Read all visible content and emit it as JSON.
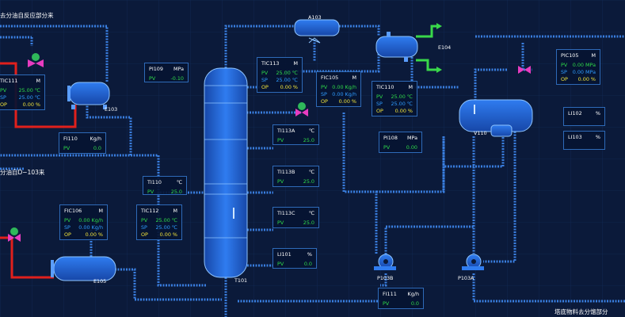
{
  "titles": {
    "top_left": "去分油自反应部分来",
    "mid_left": "分油自D−103来",
    "bottom_right": "塔底物料去分馏部分"
  },
  "equipment": {
    "e103": "E103",
    "a103": "A103",
    "e104": "E104",
    "v110": "V110",
    "t101": "T101",
    "e105": "E105",
    "p103b": "P103B",
    "p103a": "P103A"
  },
  "panels": {
    "tic111": {
      "tag": "TIC111",
      "unit": "M",
      "rows": [
        {
          "k": "PV",
          "v": "25.00 ℃"
        },
        {
          "k": "SP",
          "v": "25.00 ℃"
        },
        {
          "k": "OP",
          "v": "0.00 %"
        }
      ]
    },
    "fi110": {
      "tag": "FI110",
      "unit": "Kg/h",
      "rows": [
        {
          "k": "PV",
          "v": "0.0"
        }
      ]
    },
    "pi109": {
      "tag": "PI109",
      "unit": "MPa",
      "rows": [
        {
          "k": "PV",
          "v": "-0.10"
        }
      ]
    },
    "tic113": {
      "tag": "TIC113",
      "unit": "M",
      "rows": [
        {
          "k": "PV",
          "v": "25.00 ℃"
        },
        {
          "k": "SP",
          "v": "25.00 ℃"
        },
        {
          "k": "OP",
          "v": "0.00 %"
        }
      ]
    },
    "fic105": {
      "tag": "FIC105",
      "unit": "M",
      "rows": [
        {
          "k": "PV",
          "v": "0.00 Kg/h"
        },
        {
          "k": "SP",
          "v": "0.00 Kg/h"
        },
        {
          "k": "OP",
          "v": "0.00 %"
        }
      ]
    },
    "tic110": {
      "tag": "TIC110",
      "unit": "M",
      "rows": [
        {
          "k": "PV",
          "v": "25.00 ℃"
        },
        {
          "k": "SP",
          "v": "25.00 ℃"
        },
        {
          "k": "OP",
          "v": "0.00 %"
        }
      ]
    },
    "pic105": {
      "tag": "PIC105",
      "unit": "M",
      "rows": [
        {
          "k": "PV",
          "v": "0.00 MPa"
        },
        {
          "k": "SP",
          "v": "0.00 MPa"
        },
        {
          "k": "OP",
          "v": "0.00 %"
        }
      ]
    },
    "li102": {
      "tag": "LI102",
      "unit": "%",
      "rows": []
    },
    "li103": {
      "tag": "LI103",
      "unit": "%",
      "rows": []
    },
    "pi108": {
      "tag": "PI108",
      "unit": "MPa",
      "rows": [
        {
          "k": "PV",
          "v": "0.00"
        }
      ]
    },
    "ti113a": {
      "tag": "TI113A",
      "unit": "℃",
      "rows": [
        {
          "k": "PV",
          "v": "25.0"
        }
      ]
    },
    "ti113b": {
      "tag": "TI113B",
      "unit": "℃",
      "rows": [
        {
          "k": "PV",
          "v": "25.0"
        }
      ]
    },
    "ti113c": {
      "tag": "TI113C",
      "unit": "℃",
      "rows": [
        {
          "k": "PV",
          "v": "25.0"
        }
      ]
    },
    "ti110": {
      "tag": "TI110",
      "unit": "℃",
      "rows": [
        {
          "k": "PV",
          "v": "25.0"
        }
      ]
    },
    "fic106": {
      "tag": "FIC106",
      "unit": "M",
      "rows": [
        {
          "k": "PV",
          "v": "0.00 Kg/h"
        },
        {
          "k": "SP",
          "v": "0.00 Kg/h"
        },
        {
          "k": "OP",
          "v": "0.00 %"
        }
      ]
    },
    "tic112": {
      "tag": "TIC112",
      "unit": "M",
      "rows": [
        {
          "k": "PV",
          "v": "25.00 ℃"
        },
        {
          "k": "SP",
          "v": "25.00 ℃"
        },
        {
          "k": "OP",
          "v": "0.00 %"
        }
      ]
    },
    "li101": {
      "tag": "LI101",
      "unit": "%",
      "rows": [
        {
          "k": "PV",
          "v": "0.0"
        }
      ]
    },
    "fi111": {
      "tag": "FI111",
      "unit": "Kg/h",
      "rows": [
        {
          "k": "PV",
          "v": "0.0"
        }
      ]
    }
  },
  "colors": {
    "background": "#0b1a3a",
    "pipe": "#3a7fe0",
    "hot_pipe": "#e0201c",
    "product_pipe": "#39d84a",
    "vessel": "#1e5fd0",
    "pv": "#2fdc4a",
    "sp": "#2f9cff",
    "op": "#f2e43a"
  },
  "icons": [
    "control-valve-icon",
    "pump-icon",
    "distillation-column-icon",
    "heat-exchanger-icon",
    "drum-icon"
  ]
}
